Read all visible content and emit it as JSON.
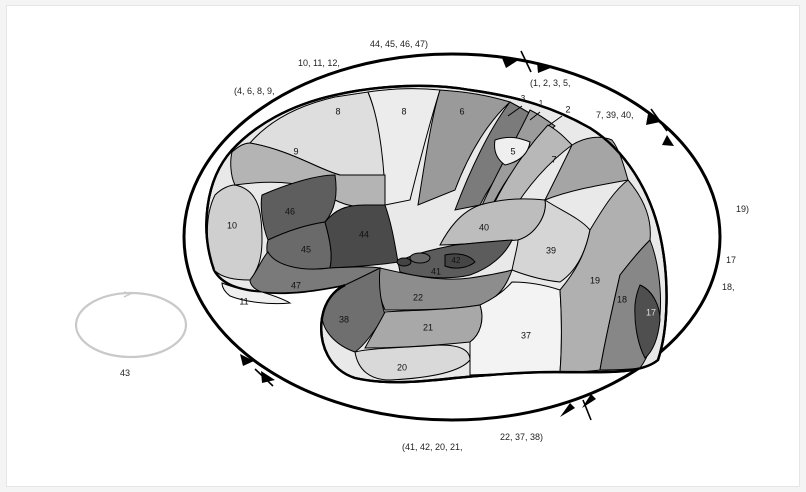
{
  "diagram": {
    "arc_labels": {
      "top": "44, 45, 46, 47)",
      "top_left_1": "10, 11, 12,",
      "top_left_2": "(4, 6, 8, 9,",
      "top_right": "(1, 2, 3, 5,",
      "right_top": "7, 39, 40,",
      "right_1": "19)",
      "right_2": "17",
      "right_3": "18,",
      "bottom_right": "22, 37, 38)",
      "bottom_left": "(41, 42, 20, 21,"
    },
    "separate_region_label": "43",
    "areas": {
      "a8_left": "8",
      "a8_mid": "8",
      "a6": "6",
      "a9": "9",
      "a46": "46",
      "a10": "10",
      "a45": "45",
      "a44": "44",
      "a47": "47",
      "a11": "11",
      "a3": "3",
      "a1": "1",
      "a2": "2",
      "a5": "5",
      "a7": "7",
      "a40": "40",
      "a39": "39",
      "a41": "41",
      "a42": "42",
      "a22": "22",
      "a38": "38",
      "a21": "21",
      "a20": "20",
      "a37": "37",
      "a19": "19",
      "a18": "18",
      "a17": "17"
    }
  }
}
